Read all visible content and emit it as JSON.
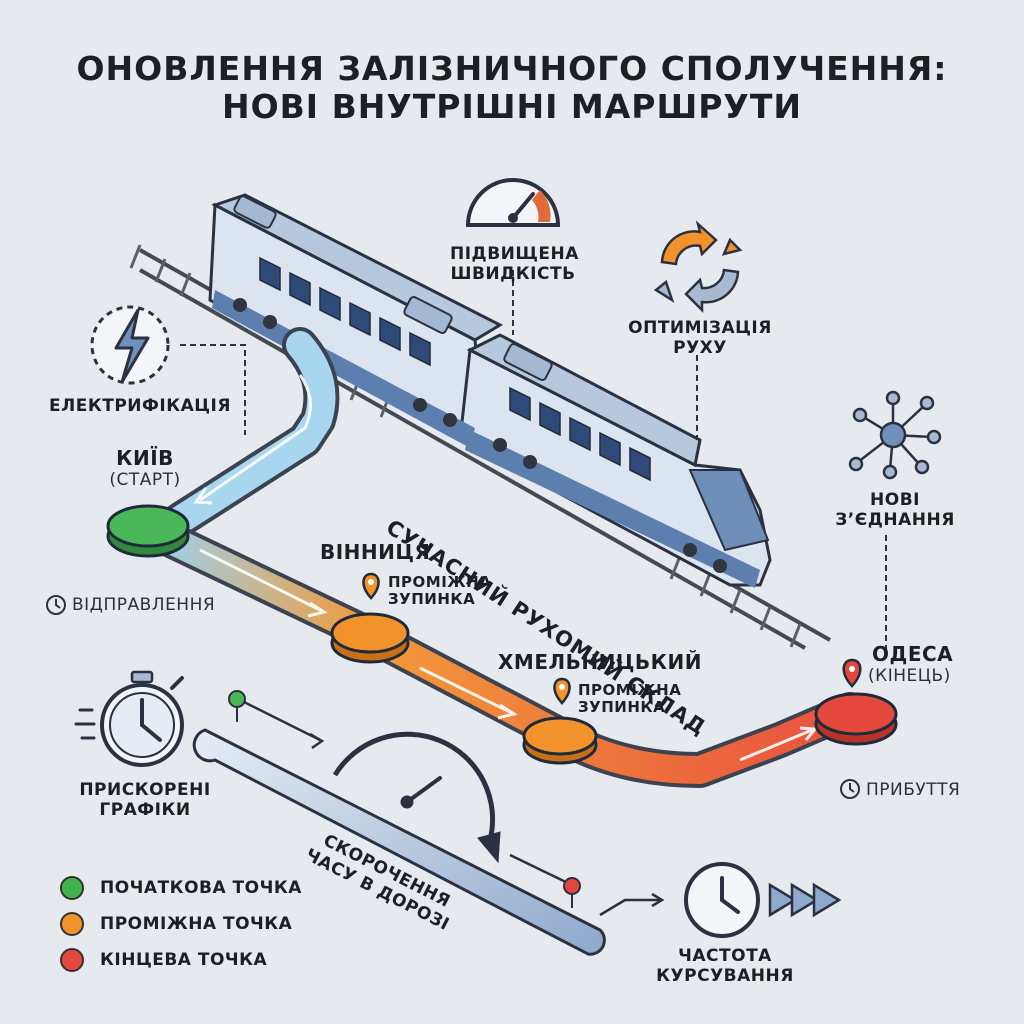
{
  "title": {
    "line1": "ОНОВЛЕННЯ ЗАЛІЗНИЧНОГО СПОЛУЧЕННЯ:",
    "line2": "НОВІ ВНУТРІШНІ МАРШРУТИ"
  },
  "features": {
    "speed": "ПІДВИЩЕНА ШВИДКІСТЬ",
    "speed_l1": "ПІДВИЩЕНА",
    "speed_l2": "ШВИДКІСТЬ",
    "optimization_l1": "ОПТИМІЗАЦІЯ",
    "optimization_l2": "РУХУ",
    "electrification": "ЕЛЕКТРИФІКАЦІЯ",
    "connections_l1": "НОВІ",
    "connections_l2": "З’ЄДНАННЯ",
    "rolling_stock": "СУЧАСНИЙ РУХОМИЙ СКЛАД",
    "schedules_l1": "ПРИСКОРЕНІ",
    "schedules_l2": "ГРАФІКИ",
    "travel_time_l1": "СКОРОЧЕННЯ",
    "travel_time_l2": "ЧАСУ В ДОРОЗІ",
    "frequency_l1": "ЧАСТОТА",
    "frequency_l2": "КУРСУВАННЯ"
  },
  "route": {
    "start": {
      "city": "КИЇВ",
      "note": "(СТАРТ)",
      "color": "#3fb34f"
    },
    "stop1": {
      "city": "ВІННИЦЯ",
      "note_l1": "ПРОМІЖНА",
      "note_l2": "ЗУПИНКА",
      "color": "#f2922b"
    },
    "stop2": {
      "city": "ХМЕЛЬНИЦЬКИЙ",
      "note_l1": "ПРОМІЖНА",
      "note_l2": "ЗУПИНКА",
      "color": "#f2922b"
    },
    "end": {
      "city": "ОДЕСА",
      "note": "(КІНЕЦЬ)",
      "color": "#e4483d"
    },
    "departure": "ВІДПРАВЛЕННЯ",
    "arrival": "ПРИБУТТЯ"
  },
  "legend": [
    {
      "label": "ПОЧАТКОВА ТОЧКА",
      "color": "#3fb34f"
    },
    {
      "label": "ПРОМІЖНА ТОЧКА",
      "color": "#f2922b"
    },
    {
      "label": "КІНЦЕВА ТОЧКА",
      "color": "#e4483d"
    }
  ],
  "icons": {
    "speedometer": "speedometer-icon",
    "cycle": "cycle-arrows-icon",
    "lightning": "lightning-icon",
    "network": "network-icon",
    "stopwatch": "stopwatch-icon",
    "clock": "clock-icon",
    "train": "train-illustration"
  }
}
